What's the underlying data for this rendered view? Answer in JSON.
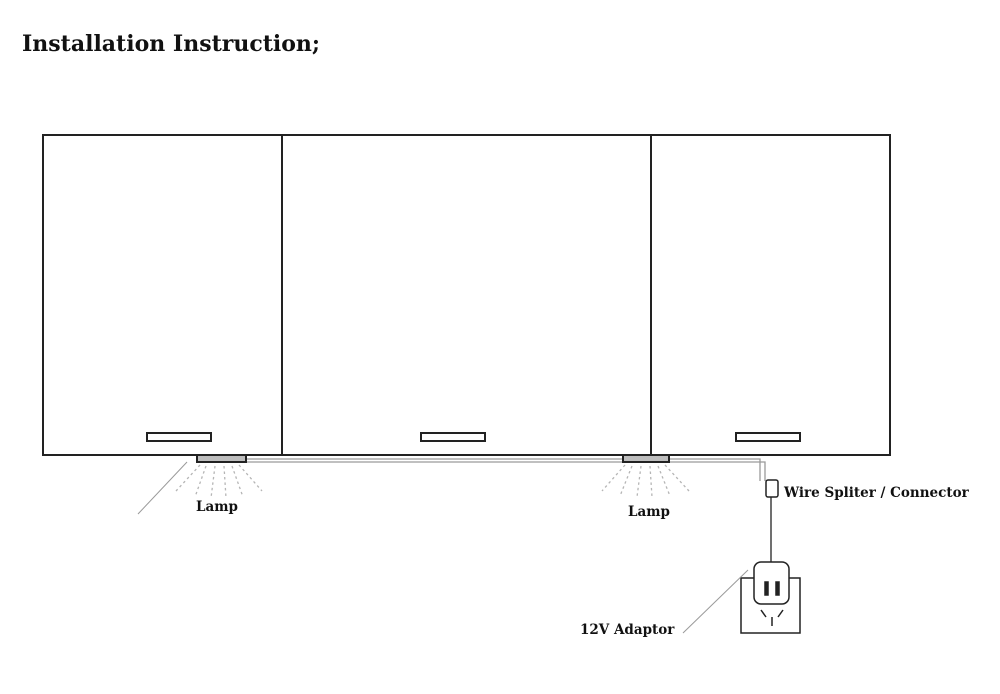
{
  "title": "Installation Instruction;",
  "labels": {
    "lamp_left": "Lamp",
    "lamp_right": "Lamp",
    "splitter": "Wire Spliter / Connector",
    "adaptor": "12V Adaptor"
  },
  "colors": {
    "ink": "#222222",
    "wire": "#9a9a9a",
    "light_rays": "#b5b5b5",
    "background": "#ffffff"
  },
  "components": {
    "cabinet_doors": 3,
    "lamps": 2
  }
}
